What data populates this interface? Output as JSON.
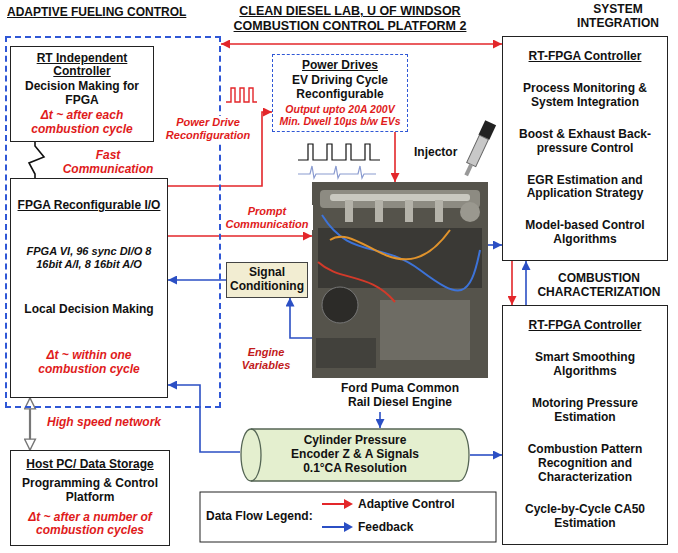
{
  "diagram": {
    "title": "CLEAN DIESEL LAB, U OF WINDSOR COMBUSTION CONTROL PLATFORM 2",
    "nodes": [
      {
        "text": [
          "ADAPTIVE FUELING CONTROL"
        ]
      },
      {
        "text": [
          "RT Independent Controller",
          "Decision Making for FPGA",
          "Δt ~ after each combustion cycle"
        ],
        "in": 0
      },
      {
        "text": [
          "Power Drives",
          "EV Driving Cycle Reconfigurable",
          "Output upto 20A 200V Min. Dwell 10µs b/w EVs"
        ]
      },
      {
        "text": [
          "SYSTEM INTEGRATION",
          "RT-FPGA Controller",
          "Process Monitoring & System Integration",
          "Boost & Exhaust Back-pressure Control",
          "EGR Estimation and Application Strategy",
          "Model-based Control Algorithms"
        ]
      },
      {
        "text": [
          "FPGA Reconfigurable I/O",
          "FPGA VI, 96 sync DI/O 8 16bit A/I, 8 16bit A/O",
          "Local Decision Making",
          "Δt ~ within one combustion cycle"
        ],
        "in": 0
      },
      {
        "text": [
          "Signal Conditioning"
        ]
      },
      {
        "text": [
          "Ford Puma Common Rail Diesel Engine"
        ]
      },
      {
        "text": [
          "COMBUSTION CHARACTERIZATION",
          "RT-FPGA Controller",
          "Smart Smoothing Algorithms",
          "Motoring Pressure Estimation",
          "Combustion Pattern Recognition and Characterization",
          "Cycle-by-Cycle CA50 Estimation"
        ]
      },
      {
        "text": [
          "Host PC/ Data Storage",
          "Programming & Control Platform",
          "Δt ~ after a number of combustion cycles"
        ]
      },
      {
        "text": [
          "Cylinder Pressure Encoder Z & A Signals 0.1°CA Resolution"
        ]
      }
    ],
    "edges": [
      {
        "from": 0,
        "to": 3,
        "arrow": "both"
      },
      {
        "from": 1,
        "to": 4,
        "arrow": "none",
        "label": "Fast Communication"
      },
      {
        "from": 4,
        "to": 2,
        "arrow": "to",
        "label": "Power Drive Reconfiguration"
      },
      {
        "from": 4,
        "to": 6,
        "arrow": "to",
        "label": "Prompt Communication"
      },
      {
        "from": 2,
        "to": 6,
        "arrow": "to"
      },
      {
        "from": 6,
        "to": 5,
        "arrow": "to",
        "label": "Engine Variables"
      },
      {
        "from": 5,
        "to": 4,
        "arrow": "to"
      },
      {
        "from": 6,
        "to": 3,
        "arrow": "to"
      },
      {
        "from": 3,
        "to": 7,
        "arrow": "to"
      },
      {
        "from": 7,
        "to": 3,
        "arrow": "to"
      },
      {
        "from": 6,
        "to": 9,
        "arrow": "to"
      },
      {
        "from": 9,
        "to": 4,
        "arrow": "to"
      },
      {
        "from": 9,
        "to": 7,
        "arrow": "to"
      },
      {
        "from": 8,
        "to": 4,
        "arrow": "both",
        "label": "High speed network"
      }
    ],
    "labels": [
      "Injector",
      "Data Flow Legend:"
    ],
    "legend": [
      {
        "text": "Adaptive Control"
      },
      {
        "text": "Feedback"
      }
    ]
  }
}
